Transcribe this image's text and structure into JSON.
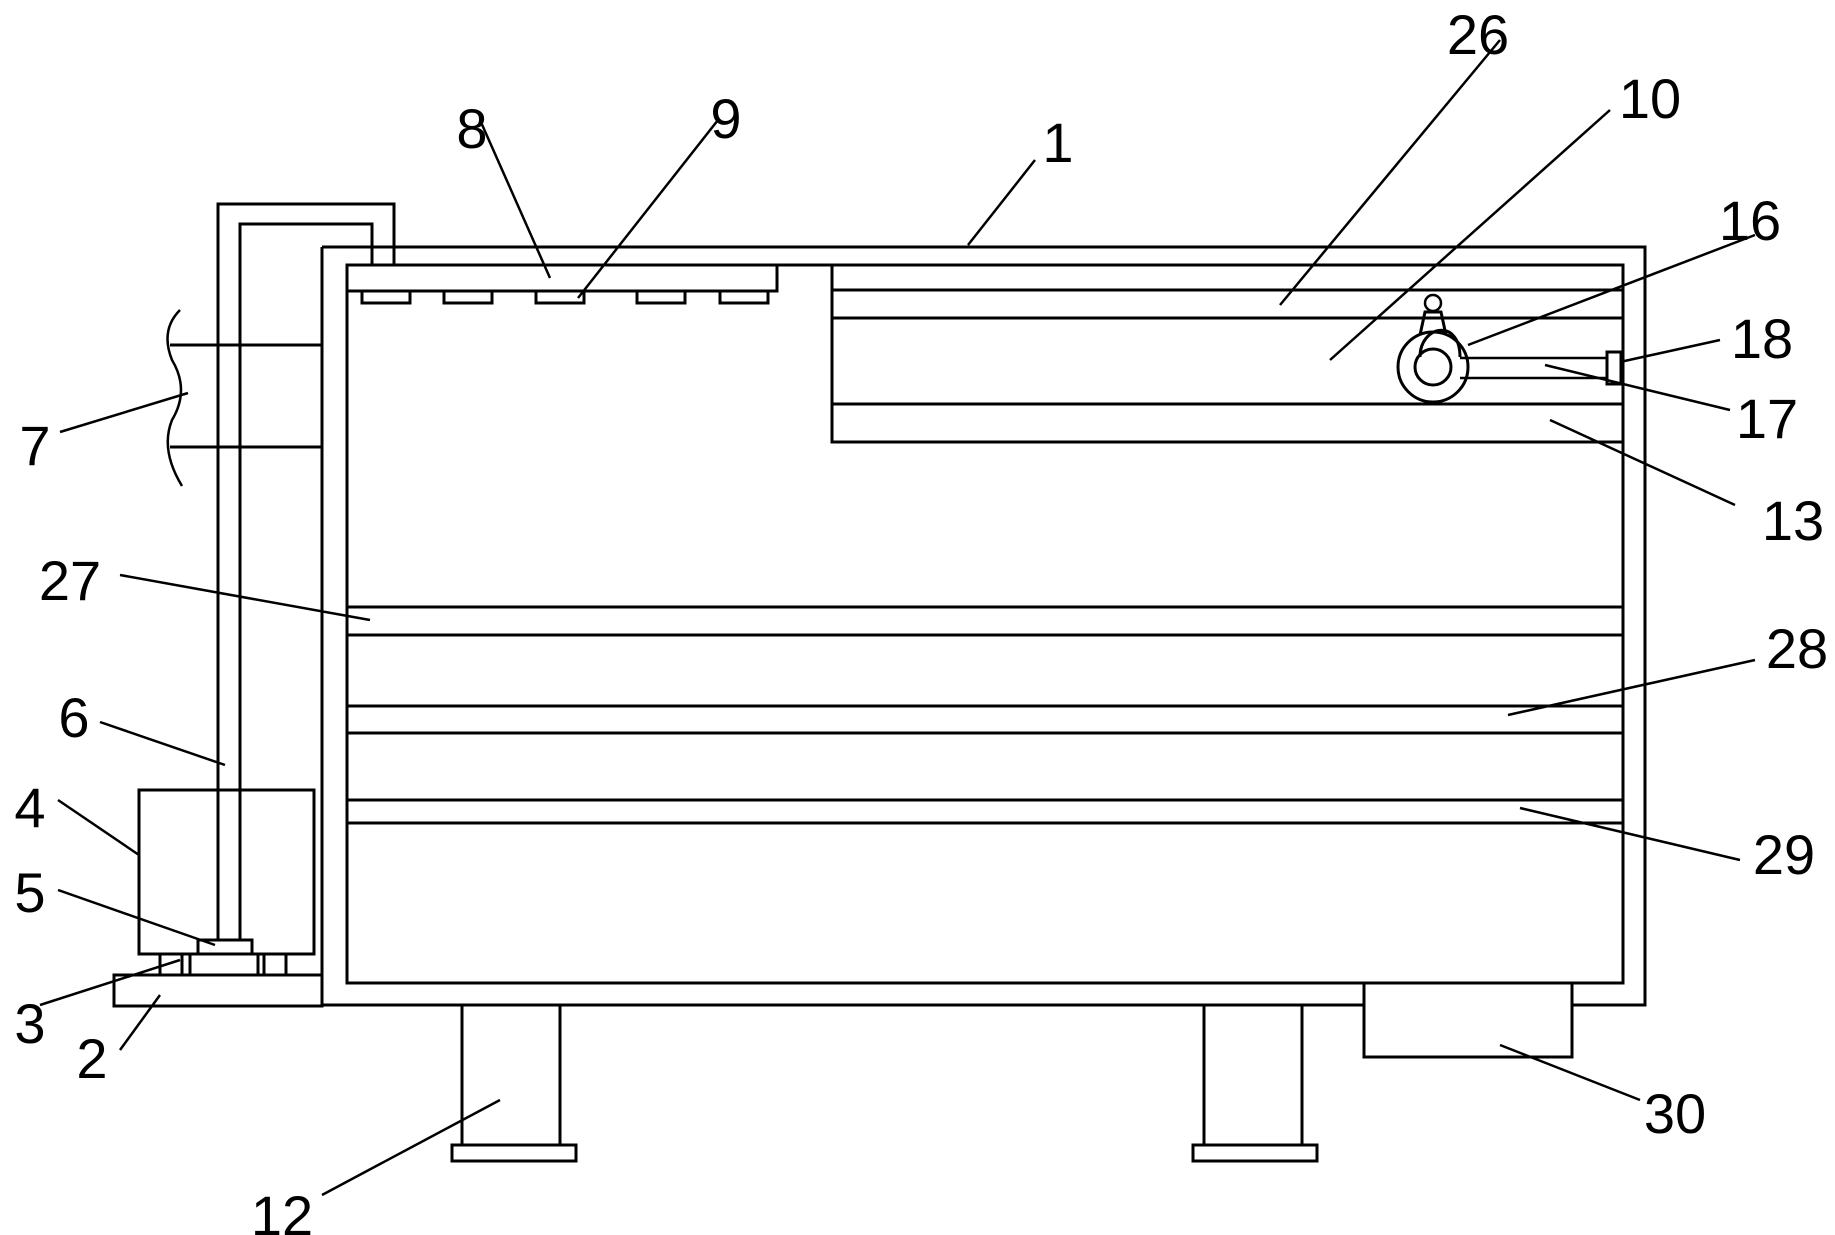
{
  "labels": {
    "l1": "1",
    "l2": "2",
    "l3": "3",
    "l4": "4",
    "l5": "5",
    "l6": "6",
    "l7": "7",
    "l8": "8",
    "l9": "9",
    "l10": "10",
    "l12": "12",
    "l13": "13",
    "l16": "16",
    "l17": "17",
    "l18": "18",
    "l26": "26",
    "l27": "27",
    "l28": "28",
    "l29": "29",
    "l30": "30"
  }
}
